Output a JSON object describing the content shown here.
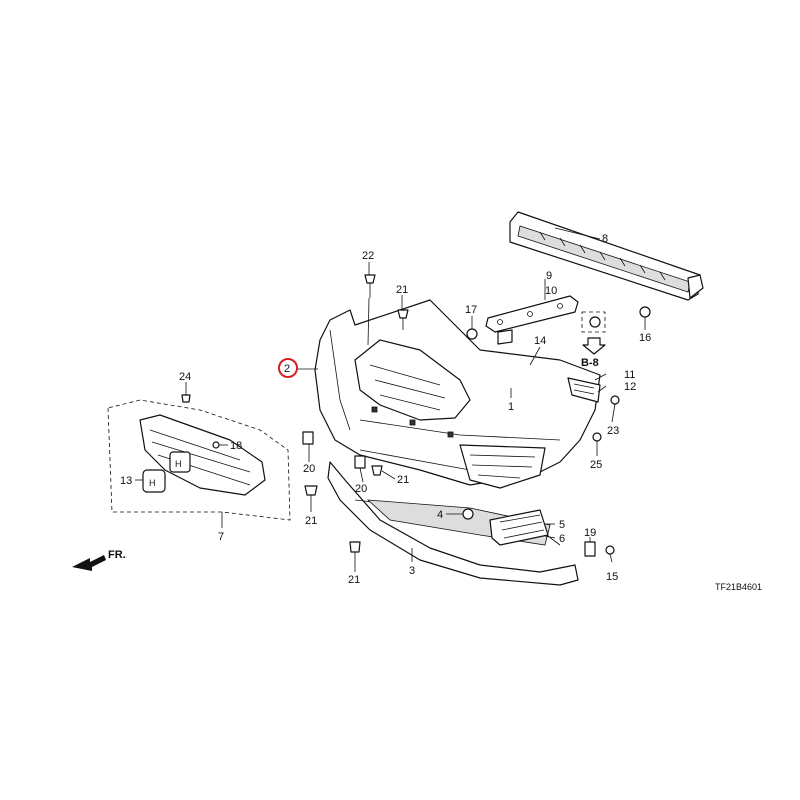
{
  "callouts": {
    "c1": "1",
    "c2": "2",
    "c3": "3",
    "c4": "4",
    "c5": "5",
    "c6": "6",
    "c7": "7",
    "c8": "8",
    "c9": "9",
    "c10": "10",
    "c11": "11",
    "c12": "12",
    "c13": "13",
    "c14": "14",
    "c15": "15",
    "c16": "16",
    "c17": "17",
    "c18": "18",
    "c19": "19",
    "c20a": "20",
    "c20b": "20",
    "c21a": "21",
    "c21b": "21",
    "c21c": "21",
    "c21d": "21",
    "c22": "22",
    "c23": "23",
    "c24": "24",
    "c25": "25"
  },
  "ref_label": "B-8",
  "front_label": "FR.",
  "diagram_code": "TF21B4601",
  "highlight_color": "#d62020"
}
